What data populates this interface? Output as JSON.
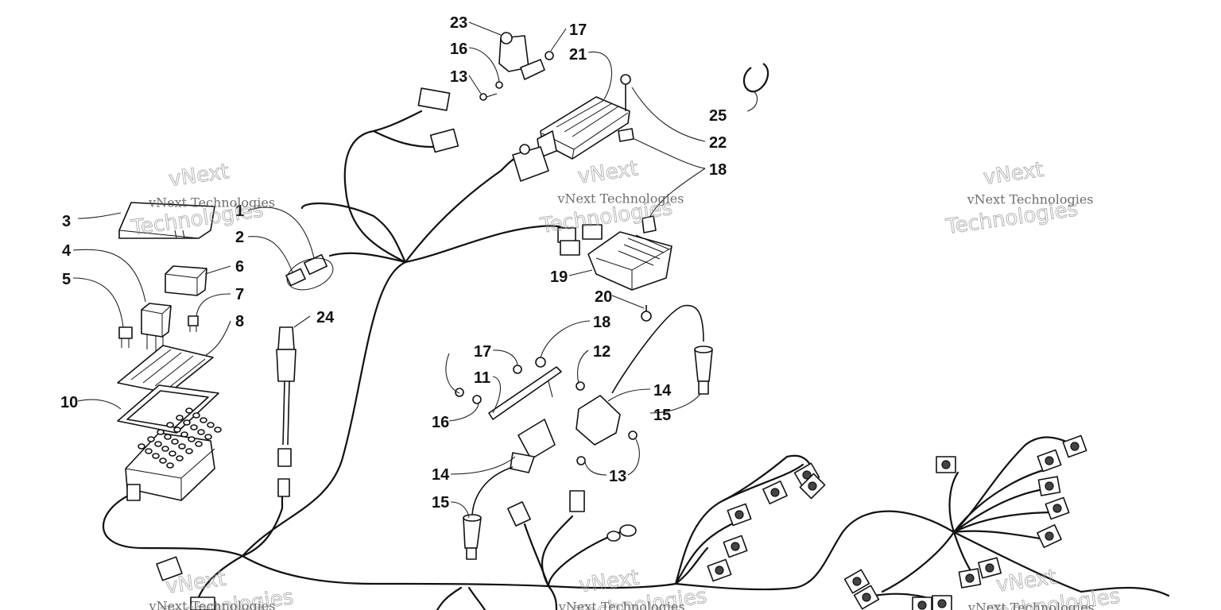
{
  "callouts": [
    "1",
    "2",
    "3",
    "4",
    "5",
    "6",
    "7",
    "8",
    "10",
    "11",
    "12",
    "13",
    "14",
    "15",
    "16",
    "17",
    "18",
    "19",
    "20",
    "21",
    "22",
    "23",
    "24",
    "25"
  ],
  "watermark": {
    "small": "vNext Technologies",
    "large_top": "vNext",
    "large_bottom": "Technologies"
  },
  "colors": {
    "ink": "#111111",
    "background": "#ffffff",
    "watermark": "#999999"
  }
}
